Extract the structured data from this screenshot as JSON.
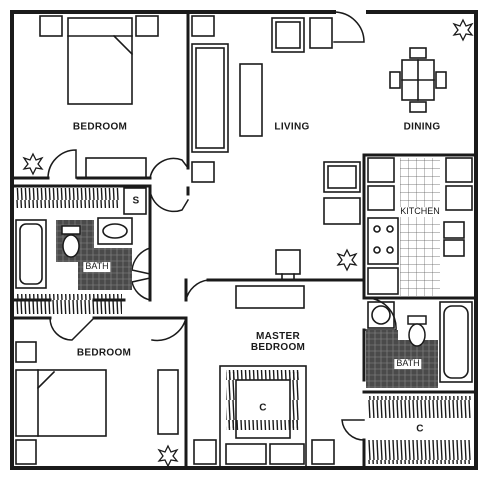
{
  "colors": {
    "ink": "#1a1a1a",
    "paper": "#ffffff",
    "tile": "#4a4a4a"
  },
  "rooms": {
    "bedroom_top": "BEDROOM",
    "living": "LIVING",
    "dining": "DINING",
    "kitchen": "KITCHEN",
    "bath_left": "BATH",
    "storage": "S",
    "bedroom_bottom": "BEDROOM",
    "master_line1": "MASTER",
    "master_line2": "BEDROOM",
    "closet_master": "C",
    "bath_right": "BATH",
    "closet_right": "C"
  }
}
